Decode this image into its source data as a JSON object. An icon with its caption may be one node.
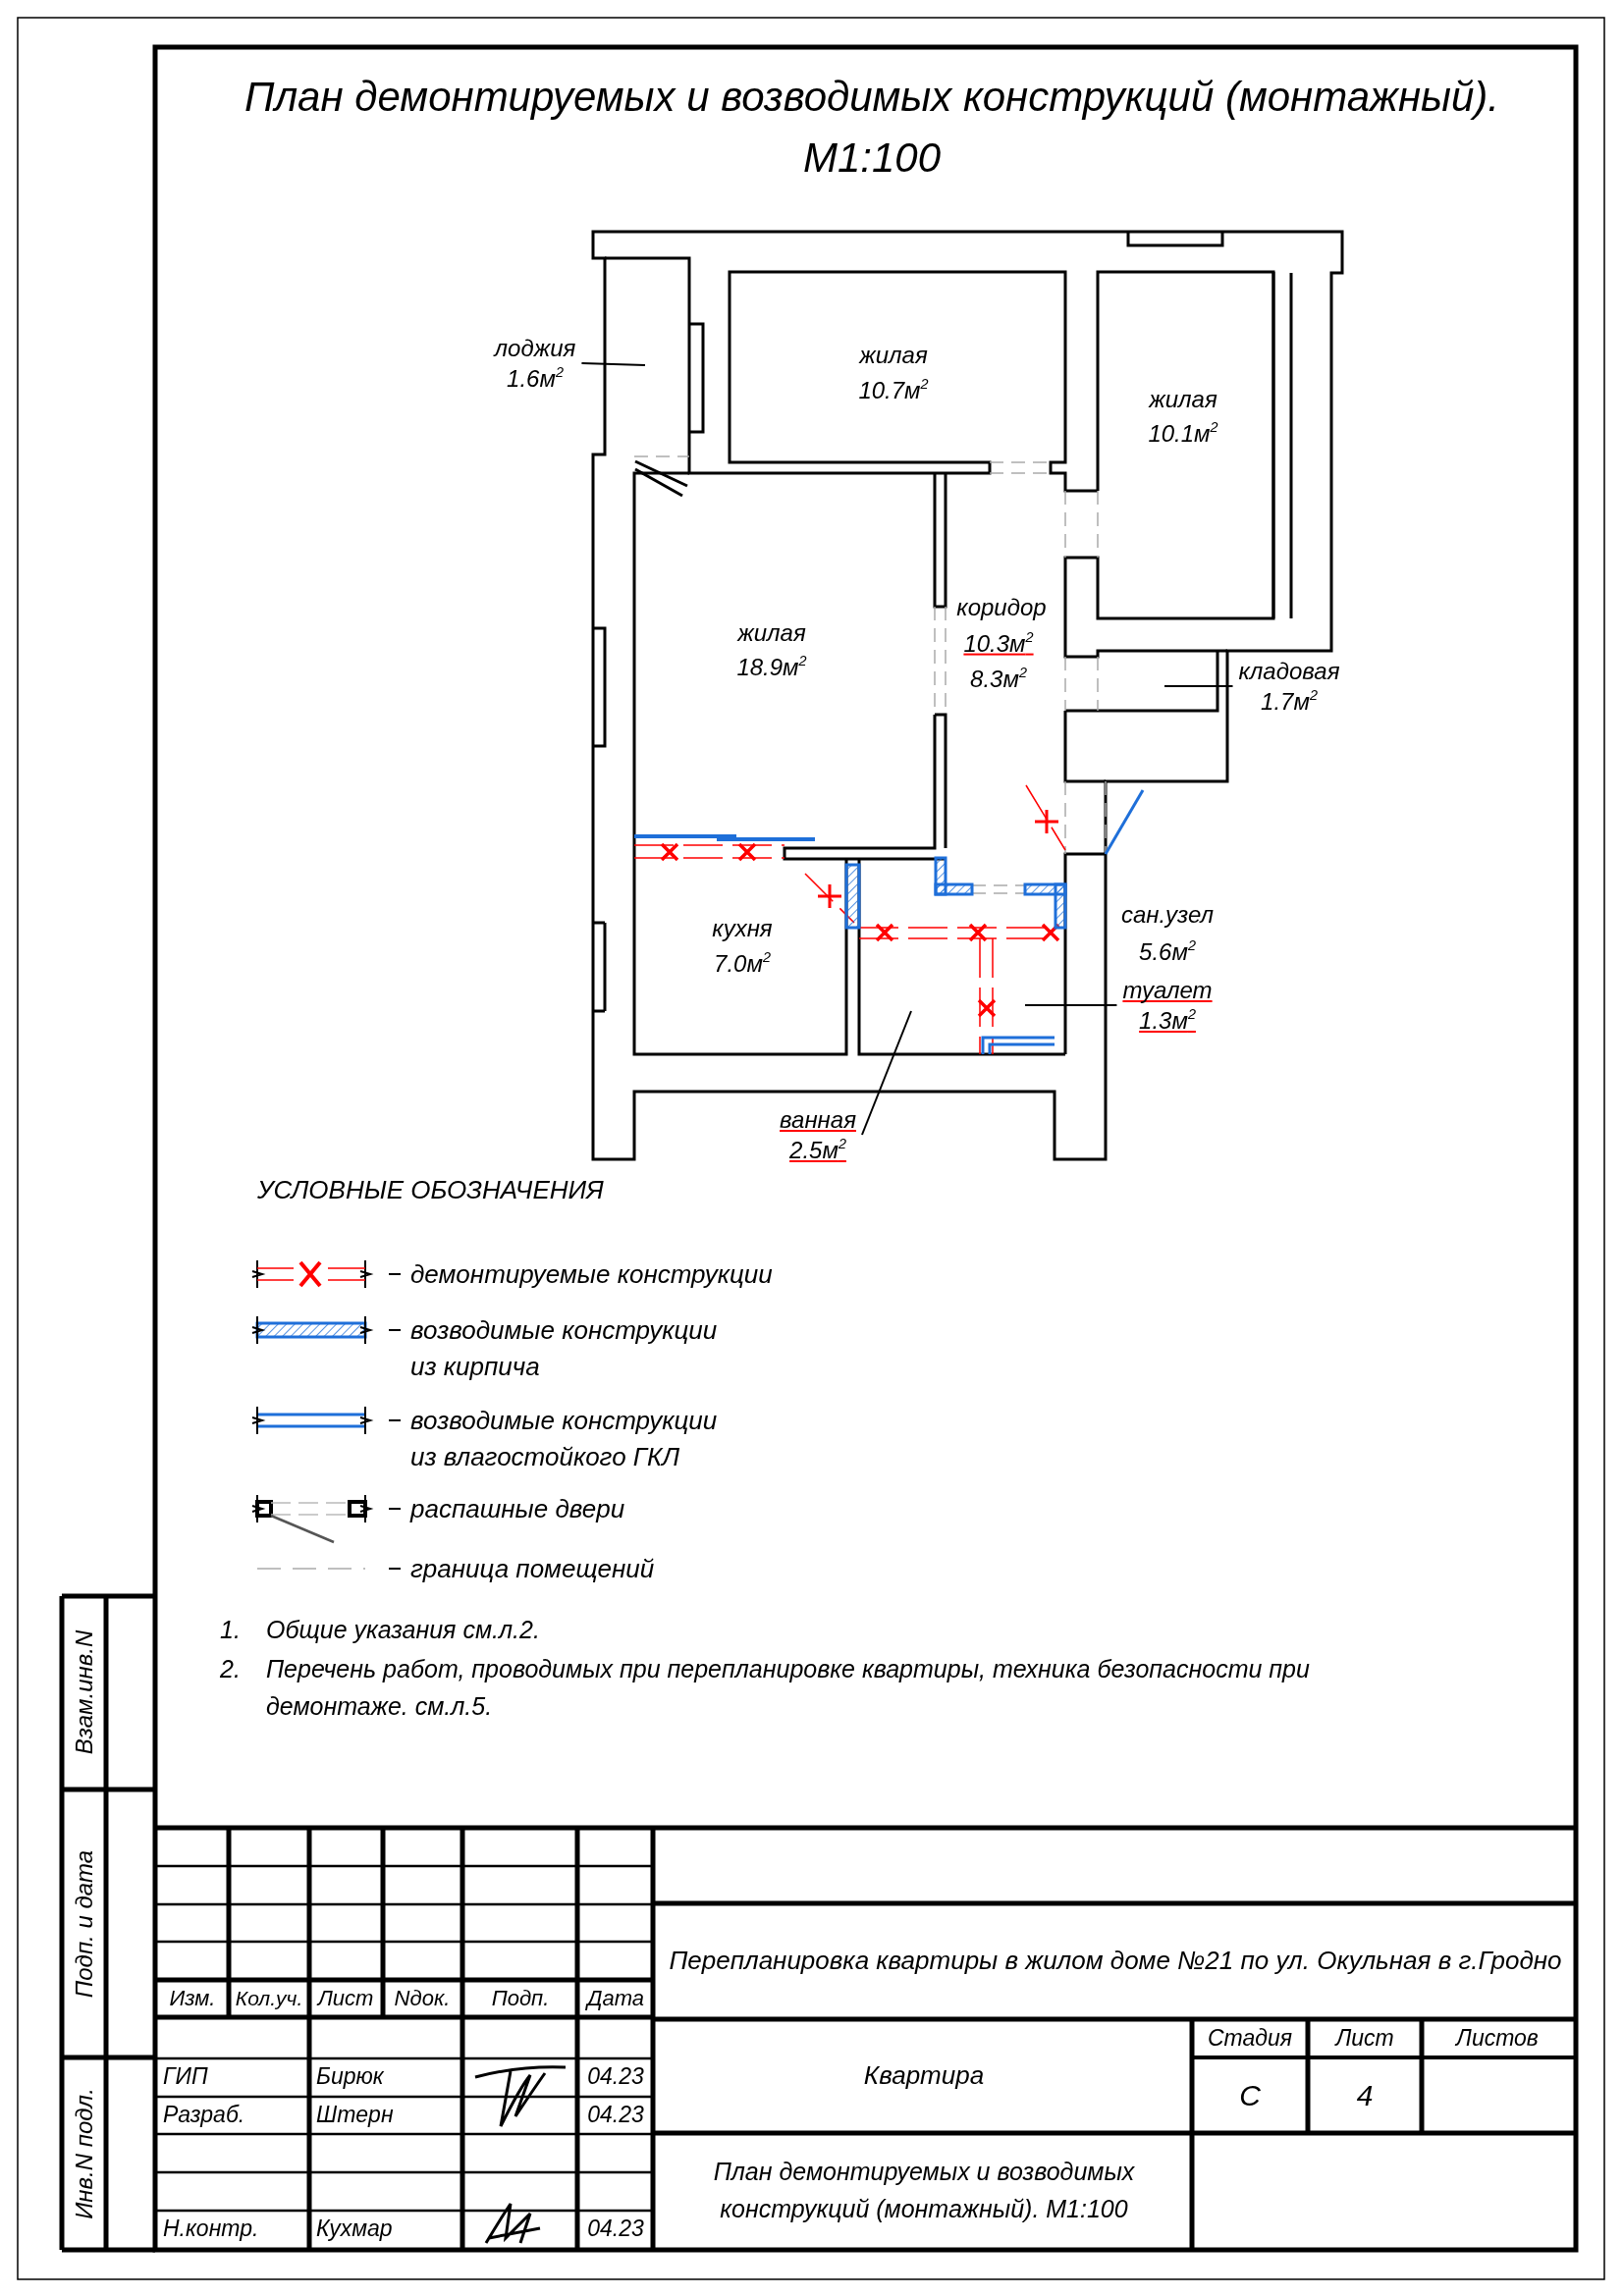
{
  "diagram": {
    "title": "План демонтируемых и возводимых конструкций (монтажный). М1:100",
    "nodes": [
      {
        "text": [
          "лоджия",
          "1.6м$^{2}$"
        ]
      },
      {
        "text": [
          "кладовая",
          "1.7м$^{2}$"
        ]
      },
      {
        "text": [
          "туалет",
          "1.3м$^{2}$"
        ]
      },
      {
        "text": [
          "ванная",
          "2.5м$^{2}$"
        ]
      }
    ],
    "edges": [
      {
        "from": 0,
        "to": null,
        "arrow": "none"
      },
      {
        "from": 1,
        "to": null,
        "arrow": "none"
      },
      {
        "from": 2,
        "to": null,
        "arrow": "none"
      },
      {
        "from": 3,
        "to": null,
        "arrow": "none"
      }
    ],
    "labels": [
      "жилая",
      "10.7м$^{2}$",
      "жилая",
      "10.1м$^{2}$",
      "жилая",
      "18.9м$^{2}$",
      "коридор",
      "10.3м$^{2}$",
      "8.3м$^{2}$",
      "кухня",
      "7.0м$^{2}$",
      "сан.узел",
      "5.6м$^{2}$",
      "УСЛОВНЫЕ ОБОЗНАЧЕНИЯ",
      "1.",
      "Общие указания см.л.2.",
      "2.",
      "Перечень работ, проводимых при перепланировке квартиры, техника безопасности при демонтаже. см.л.5.",
      "Взам.инв.N",
      "Подп. и дата",
      "Инв.N подл.",
      "Изм.",
      "Кол.уч.",
      "Лист",
      "Nдок.",
      "Подп.",
      "Дата",
      "ГИП",
      "Бирюк",
      "04.23",
      "Разраб.",
      "Штерн",
      "04.23",
      "Н.контр.",
      "Кухмар",
      "04.23",
      "Перепланировка квартиры в жилом доме №21 по ул. Окульная в г.Гродно",
      "Стадия",
      "Лист",
      "Листов",
      "Квартира",
      "С",
      "4",
      "План демонтируемых и возводимых конструкций (монтажный). М1:100"
    ],
    "legend": [
      {
        "text": "демонтируемые конструкции"
      },
      {
        "text": "возводимые конструкции из кирпича"
      },
      {
        "text": "возводимые конструкции из влагостойкого ГКЛ"
      },
      {
        "text": "распашные двери"
      },
      {
        "text": "граница помещений"
      }
    ]
  }
}
